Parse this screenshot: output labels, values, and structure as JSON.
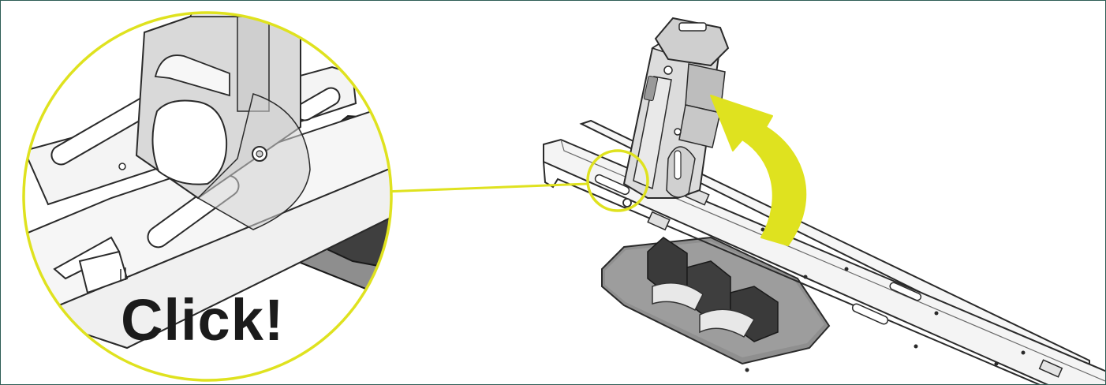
{
  "callout": {
    "label": "Click!",
    "ring_color": "#dfe21f",
    "arrow_color": "#dfe21f"
  },
  "icons": {
    "detail_view": "magnified-detail-circle",
    "rotation_arrow": "curved-arrow-up"
  },
  "colors": {
    "frame": "#2e5d55",
    "metal": "#f4f4f4",
    "metal_dark": "#c8c8c8",
    "base_plate": "#8d8d8d",
    "bracket": "#d6d6d6"
  }
}
